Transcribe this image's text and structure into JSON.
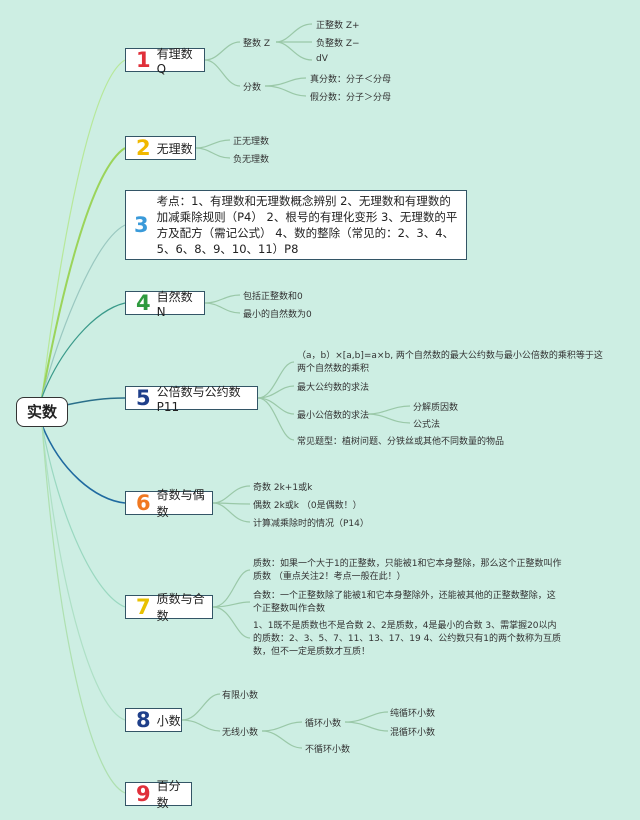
{
  "root": "实数",
  "nodes": [
    {
      "num": "1",
      "color": "#e0303a",
      "label": "有理数 Q"
    },
    {
      "num": "2",
      "color": "#f0b800",
      "label": "无理数"
    },
    {
      "num": "3",
      "color": "#3a9ad9",
      "label": "考点：1、有理数和无理数概念辨别 2、无理数和有理数的加减乘除规则（P4） 2、根号的有理化变形 3、无理数的平方及配方（需记公式） 4、数的整除（常见的：2、3、4、5、6、8、9、10、11）P8"
    },
    {
      "num": "4",
      "color": "#2e9a3e",
      "label": "自然数 N"
    },
    {
      "num": "5",
      "color": "#1f3f8a",
      "label": "公倍数与公约数 P11"
    },
    {
      "num": "6",
      "color": "#f07820",
      "label": "奇数与偶数"
    },
    {
      "num": "7",
      "color": "#e8c000",
      "label": "质数与合数"
    },
    {
      "num": "8",
      "color": "#1f3f8a",
      "label": "小数"
    },
    {
      "num": "9",
      "color": "#e0303a",
      "label": "百分数"
    }
  ],
  "n1": {
    "integer": "整数 Z",
    "fraction": "分数",
    "pos_int": "正整数 Z+",
    "neg_int": "负整数 Z−",
    "dv": "dV",
    "proper": "真分数：分子＜分母",
    "improper": "假分数：分子＞分母"
  },
  "n2": {
    "pos": "正无理数",
    "neg": "负无理数"
  },
  "n4": {
    "a": "包括正整数和0",
    "b": "最小的自然数为0"
  },
  "n5": {
    "a": "（a，b）×[a,b]=a×b, 两个自然数的最大公约数与最小公倍数的乘积等于这两个自然数的乘积",
    "b": "最大公约数的求法",
    "c": "最小公倍数的求法",
    "c1": "分解质因数",
    "c2": "公式法",
    "d": "常见题型：植树问题、分铁丝或其他不同数量的物品"
  },
  "n6": {
    "a": "奇数 2k+1或k",
    "b": "偶数 2k或k （0是偶数！）",
    "c": "计算减乘除时的情况（P14）"
  },
  "n7": {
    "a": "质数：如果一个大于1的正整数，只能被1和它本身整除，那么这个正整数叫作质数 （重点关注2！考点一般在此！）",
    "b": "合数：一个正整数除了能被1和它本身整除外，还能被其他的正整数整除，这个正整数叫作合数",
    "c": "1、1既不是质数也不是合数 2、2是质数，4是最小的合数 3、需掌握20以内的质数：2、3、5、7、11、13、17、19 4、公约数只有1的两个数称为互质数，但不一定是质数才互质！"
  },
  "n8": {
    "finite": "有限小数",
    "infinite": "无线小数",
    "cyclic": "循环小数",
    "noncyclic": "不循环小数",
    "pure": "纯循环小数",
    "mixed": "混循环小数"
  }
}
